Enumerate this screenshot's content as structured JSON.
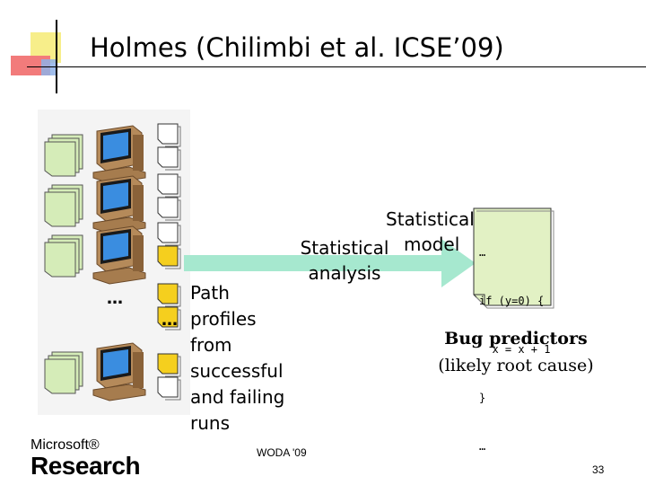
{
  "slide": {
    "title": "Holmes (Chilimbi et al. ICSE’09)",
    "ellipsis": "…",
    "path_profiles_text": "Path profiles from successful and failing runs",
    "path_lines": [
      "Path",
      "profiles",
      "from",
      "successful",
      "and failing",
      "runs"
    ],
    "arrow_label_lines": [
      "Statistical",
      "analysis"
    ],
    "model_label_lines": [
      "Statistical",
      "model"
    ],
    "code_lines": [
      "…",
      "if (y=0) {",
      "  x = x + 1",
      "}",
      "…"
    ],
    "bug_predictors_label": "Bug predictors",
    "root_cause_label": "(likely root cause)",
    "logo_line1": "Microsoft®",
    "logo_line2": "Research",
    "footer": "WODA '09",
    "page_number": "33"
  },
  "colors": {
    "arrow": "#a6e8cf",
    "profile_yellow": "#f5cf1e",
    "doc_green": "#d5ecb8",
    "monitor_blue": "#3a8de0",
    "code_doc": "#e2f1c4"
  },
  "profile_highlights": [
    [
      false,
      false
    ],
    [
      false,
      false
    ],
    [
      false,
      true
    ],
    [
      true,
      true
    ],
    [
      true,
      false
    ]
  ]
}
